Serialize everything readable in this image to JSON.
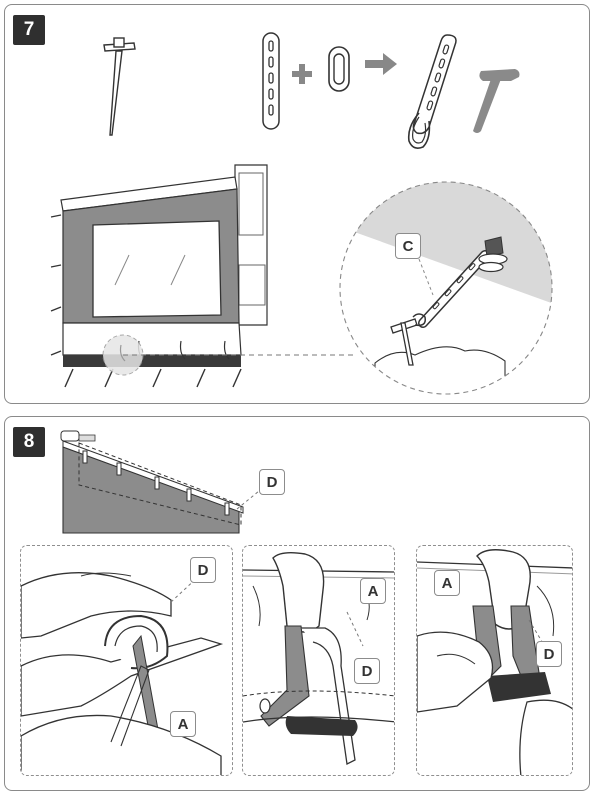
{
  "steps": {
    "step7": "7",
    "step8": "8"
  },
  "callouts": {
    "c_detail": "C",
    "d_upper": "D",
    "d_box1": "D",
    "a_box1": "A",
    "a_box2": "A",
    "d_box2": "D",
    "a_box3": "A",
    "d_box3": "D"
  },
  "icons": {
    "peg": "tent-peg-icon",
    "strap": "pegging-strap-icon",
    "ring": "steel-ring-icon",
    "plus": "plus-icon",
    "arrow": "arrow-right-icon",
    "strapRing": "strap-with-ring-icon",
    "hammer": "hammer-icon"
  },
  "colors": {
    "panel_border": "#8a8a8a",
    "step_badge": "#2f2f2f",
    "wall_grey": "#8c8c8c",
    "light_grey": "#d9d9d9",
    "icon_grey": "#888888"
  }
}
